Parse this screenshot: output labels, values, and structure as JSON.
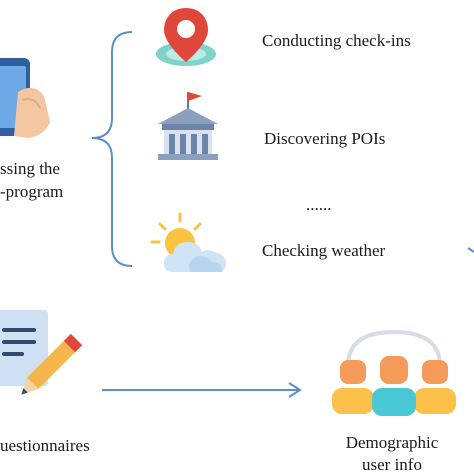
{
  "left_top": {
    "label_line1": "ssing the",
    "label_line2": "-program"
  },
  "features": [
    {
      "label": "Conducting check-ins",
      "icon": "location-pin-icon"
    },
    {
      "label": "Discovering POIs",
      "icon": "building-flag-icon"
    },
    {
      "label": "......",
      "icon": ""
    },
    {
      "label": "Checking weather",
      "icon": "sun-cloud-icon"
    }
  ],
  "left_bottom": {
    "label": "uestionnaires",
    "icon": "questionnaire-pencil-icon"
  },
  "right_bottom": {
    "label_line1": "Demographic",
    "label_line2": "user info",
    "icon": "user-group-icon"
  },
  "colors": {
    "connector": "#5b8fc9",
    "pin_red": "#e0473b",
    "teal": "#7fd3c9",
    "sun": "#f8c43d",
    "cloud": "#cfe5f7",
    "people_orange": "#f49b5a",
    "people_teal": "#49c7d3",
    "people_yellow": "#fbc14a"
  }
}
